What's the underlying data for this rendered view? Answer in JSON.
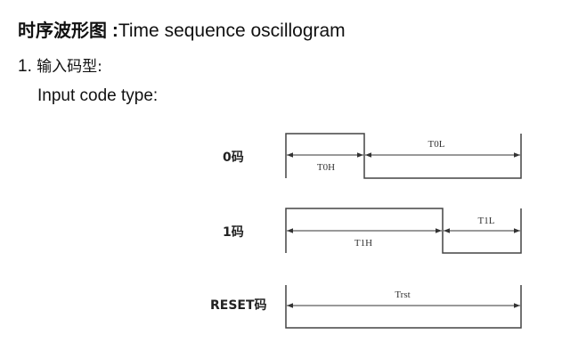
{
  "heading": {
    "cn": "时序波形图",
    "separator": ":",
    "en": "Time sequence oscillogram"
  },
  "section1": {
    "number": "1.",
    "cn": "输入码型:",
    "en": "Input code type:"
  },
  "diagram": {
    "rows": [
      {
        "label": "0码",
        "high_label": "T0H",
        "low_label": "T0L"
      },
      {
        "label": "1码",
        "high_label": "T1H",
        "low_label": "T1L"
      },
      {
        "label": "RESET码",
        "reset_label": "Trst"
      }
    ]
  }
}
